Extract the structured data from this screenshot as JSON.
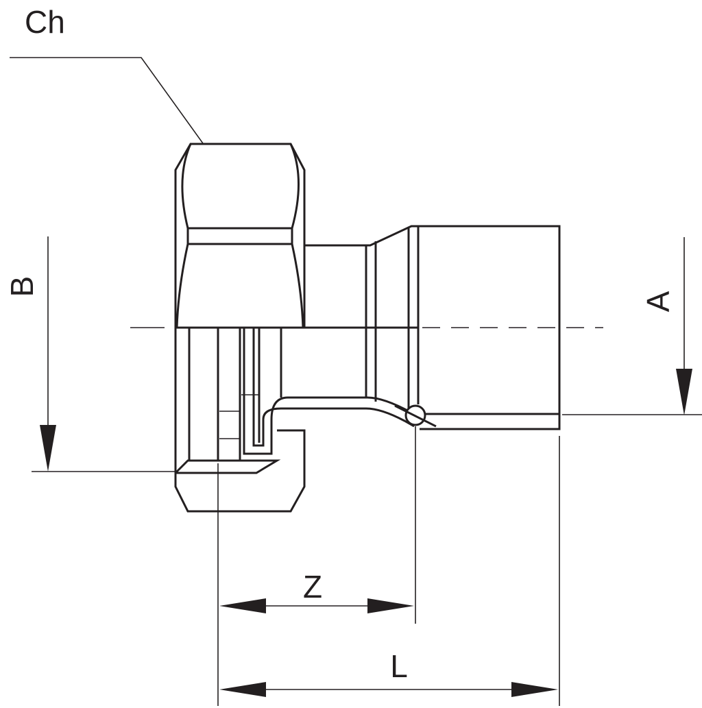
{
  "diagram": {
    "labels": {
      "ch": "Ch",
      "b": "B",
      "a": "A",
      "z": "Z",
      "l": "L"
    },
    "colors": {
      "line": "#231f20",
      "background": "#ffffff"
    }
  }
}
